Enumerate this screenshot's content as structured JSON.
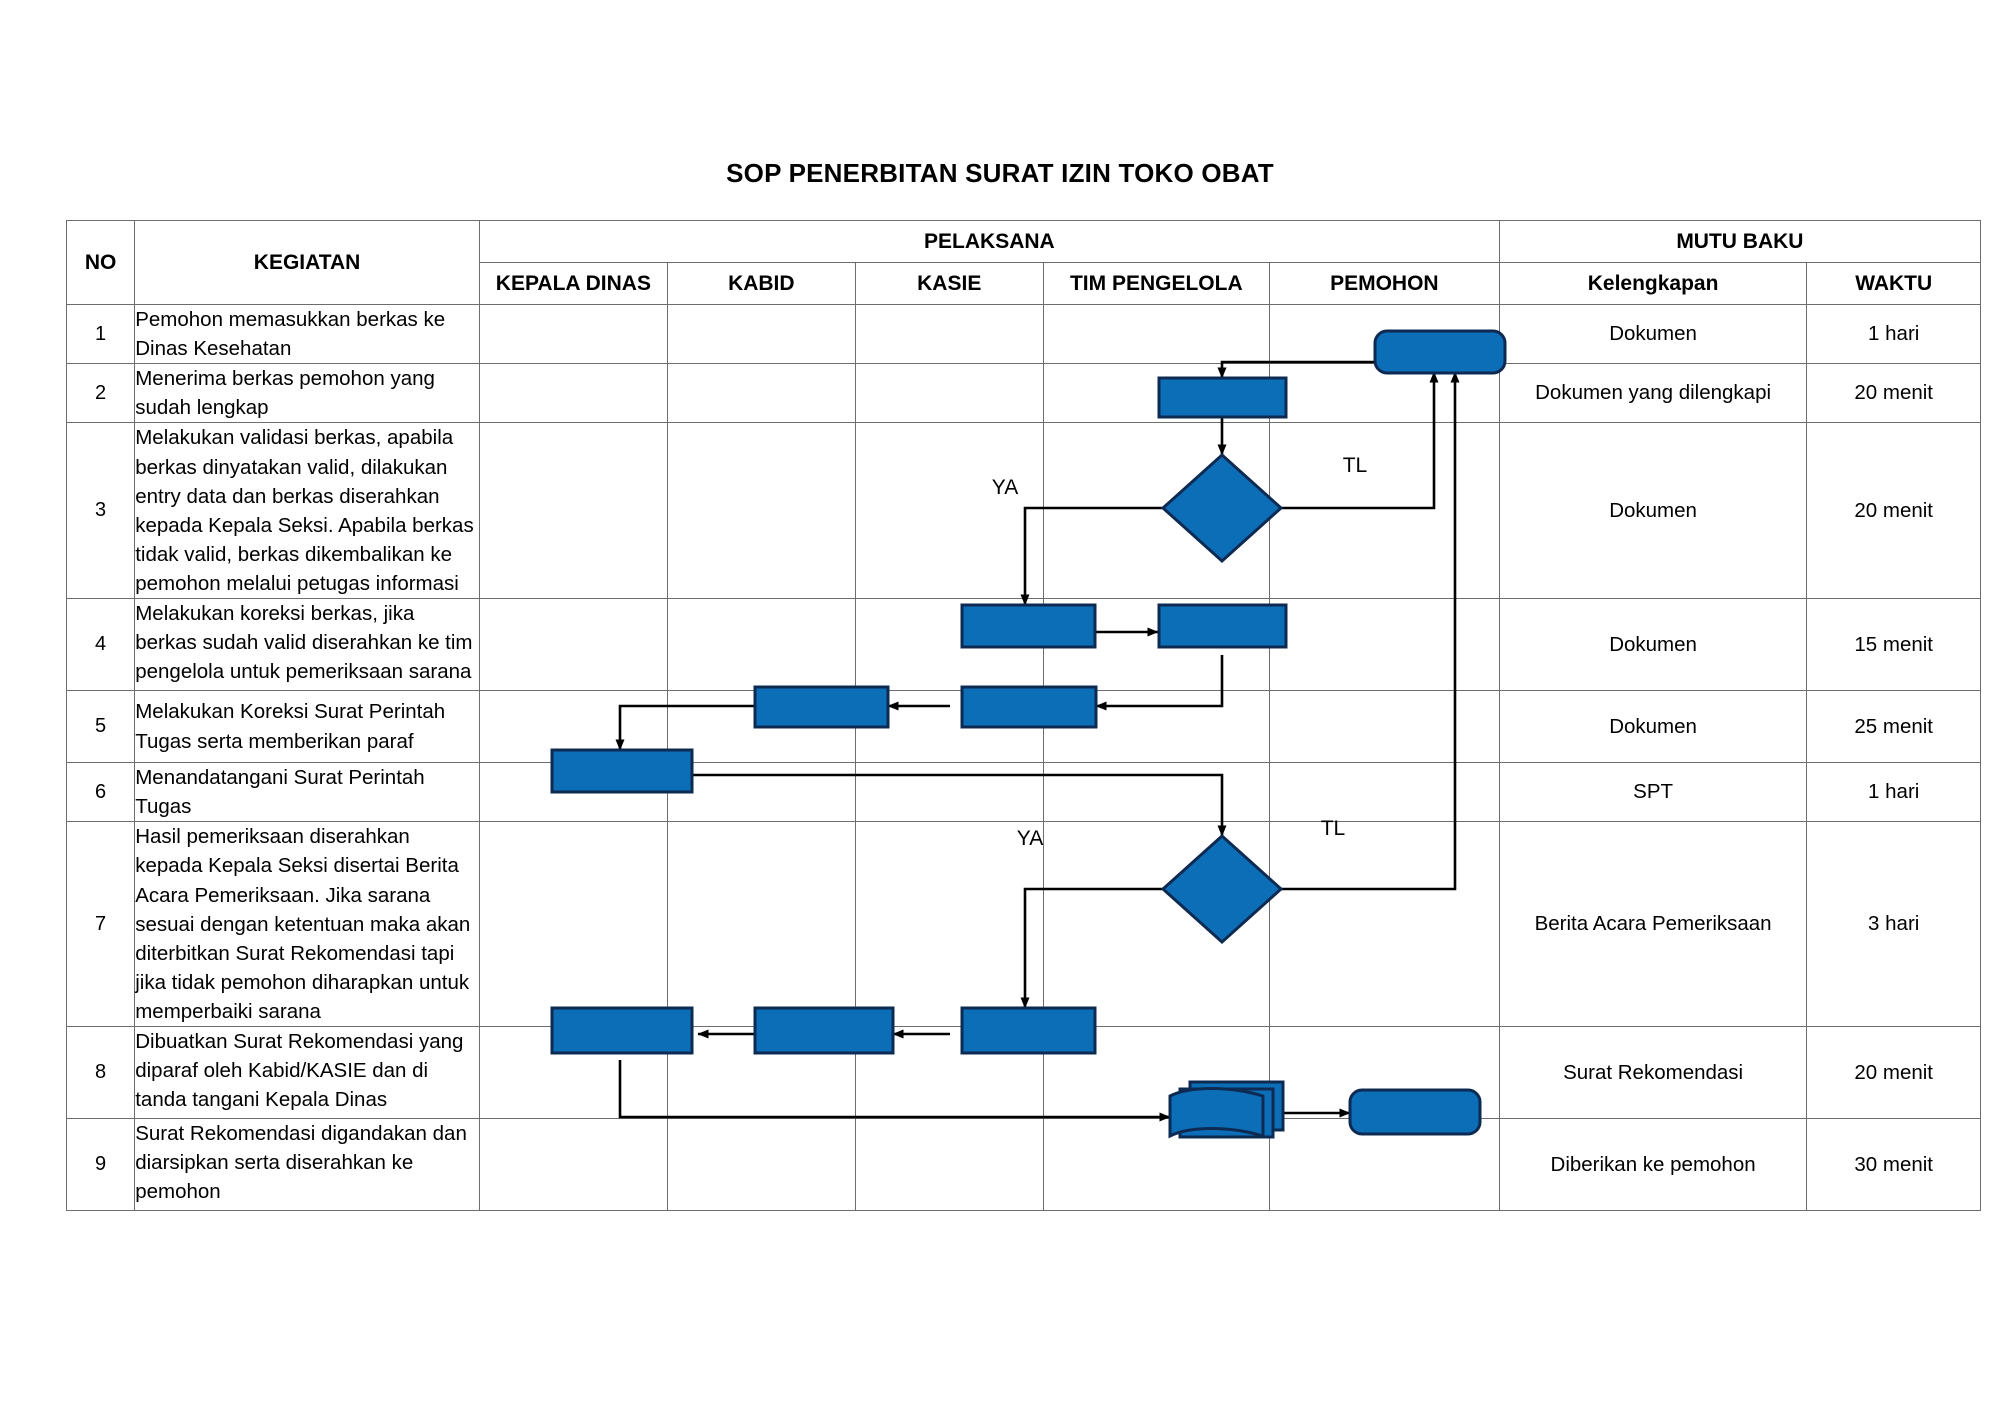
{
  "document": {
    "title": "SOP PENERBITAN SURAT IZIN TOKO OBAT"
  },
  "table": {
    "headers": {
      "no": "NO",
      "kegiatan": "KEGIATAN",
      "pelaksana": "PELAKSANA",
      "mutu_baku": "MUTU BAKU",
      "kelengkapan": "Kelengkapan",
      "waktu": "WAKTU",
      "pelaksana_cols": [
        "KEPALA DINAS",
        "KABID",
        "KASIE",
        "TIM PENGELOLA",
        "PEMOHON"
      ]
    },
    "rows": [
      {
        "no": "1",
        "kegiatan": "Pemohon memasukkan berkas ke Dinas Kesehatan",
        "kelengkapan": "Dokumen",
        "waktu": "1 hari"
      },
      {
        "no": "2",
        "kegiatan": "Menerima berkas pemohon yang sudah lengkap",
        "kelengkapan": "Dokumen yang dilengkapi",
        "waktu": "20 menit"
      },
      {
        "no": "3",
        "kegiatan": "Melakukan validasi berkas, apabila berkas dinyatakan valid, dilakukan entry data dan berkas diserahkan kepada Kepala Seksi. Apabila berkas tidak valid, berkas dikembalikan ke pemohon melalui petugas informasi",
        "kelengkapan": "Dokumen",
        "waktu": "20 menit"
      },
      {
        "no": "4",
        "kegiatan": "Melakukan koreksi berkas, jika berkas sudah valid diserahkan ke tim pengelola untuk pemeriksaan sarana",
        "kelengkapan": "Dokumen",
        "waktu": "15 menit"
      },
      {
        "no": "5",
        "kegiatan": "Melakukan Koreksi Surat Perintah Tugas serta memberikan paraf",
        "kelengkapan": "Dokumen",
        "waktu": "25 menit"
      },
      {
        "no": "6",
        "kegiatan": "Menandatangani Surat Perintah Tugas",
        "kelengkapan": "SPT",
        "waktu": "1 hari"
      },
      {
        "no": "7",
        "kegiatan": "Hasil pemeriksaan diserahkan kepada Kepala Seksi disertai Berita Acara Pemeriksaan. Jika sarana sesuai dengan ketentuan maka akan diterbitkan Surat Rekomendasi tapi jika tidak pemohon diharapkan untuk memperbaiki sarana",
        "kelengkapan": "Berita Acara Pemeriksaan",
        "waktu": "3 hari"
      },
      {
        "no": "8",
        "kegiatan": "Dibuatkan Surat Rekomendasi yang diparaf oleh Kabid/KASIE dan di tanda tangani Kepala Dinas",
        "kelengkapan": "Surat Rekomendasi",
        "waktu": "20 menit"
      },
      {
        "no": "9",
        "kegiatan": "Surat Rekomendasi digandakan dan diarsipkan serta diserahkan ke pemohon",
        "kelengkapan": "Diberikan ke pemohon",
        "waktu": "30 menit"
      }
    ]
  },
  "flowchart": {
    "shape_fill": "#0d6eb8",
    "shape_stroke": "#0d2b52",
    "connector_color": "#000000",
    "decision_labels": [
      {
        "id": "ya-row3",
        "text": "YA"
      },
      {
        "id": "tl-row3",
        "text": "TL"
      },
      {
        "id": "ya-row7",
        "text": "YA"
      },
      {
        "id": "tl-row7",
        "text": "TL"
      }
    ],
    "shapes": [
      {
        "id": "terminator-pemohon-row1",
        "type": "terminator",
        "lane": "PEMOHON",
        "row": "1"
      },
      {
        "id": "process-tim-row2",
        "type": "process",
        "lane": "TIM PENGELOLA",
        "row": "2"
      },
      {
        "id": "decision-tim-row3",
        "type": "decision",
        "lane": "TIM PENGELOLA",
        "row": "3"
      },
      {
        "id": "process-kasie-row4",
        "type": "process",
        "lane": "KASIE",
        "row": "4"
      },
      {
        "id": "process-tim-row4",
        "type": "process",
        "lane": "TIM PENGELOLA",
        "row": "4"
      },
      {
        "id": "process-kabid-row5",
        "type": "process",
        "lane": "KABID",
        "row": "5"
      },
      {
        "id": "process-kasie-row5",
        "type": "process",
        "lane": "KASIE",
        "row": "5"
      },
      {
        "id": "process-kadis-row6",
        "type": "process",
        "lane": "KEPALA DINAS",
        "row": "6"
      },
      {
        "id": "decision-tim-row7",
        "type": "decision",
        "lane": "TIM PENGELOLA",
        "row": "7"
      },
      {
        "id": "process-kadis-row8",
        "type": "process",
        "lane": "KEPALA DINAS",
        "row": "8"
      },
      {
        "id": "process-kabid-row8",
        "type": "process",
        "lane": "KABID",
        "row": "8"
      },
      {
        "id": "process-kasie-row8",
        "type": "process",
        "lane": "KASIE",
        "row": "8"
      },
      {
        "id": "multidoc-tim-row9",
        "type": "multidocument",
        "lane": "TIM PENGELOLA",
        "row": "9"
      },
      {
        "id": "terminator-pemohon-row9",
        "type": "terminator",
        "lane": "PEMOHON",
        "row": "9"
      }
    ]
  }
}
